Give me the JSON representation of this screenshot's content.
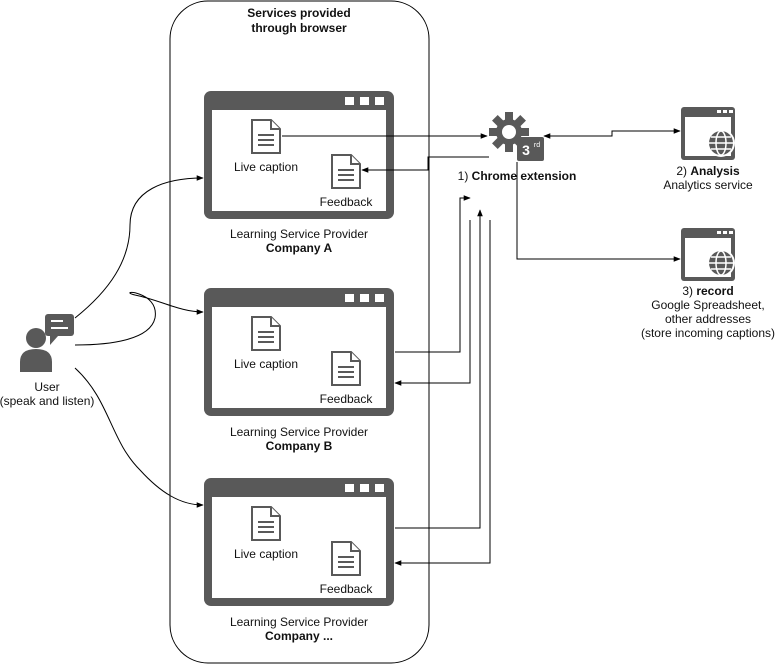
{
  "container": {
    "title_line1": "Services provided",
    "title_line2": "through browser"
  },
  "windows": [
    {
      "live_caption": "Live caption",
      "feedback": "Feedback",
      "provider": "Learning Service Provider",
      "company": "Company A"
    },
    {
      "live_caption": "Live caption",
      "feedback": "Feedback",
      "provider": "Learning Service Provider",
      "company": "Company B"
    },
    {
      "live_caption": "Live caption",
      "feedback": "Feedback",
      "provider": "Learning Service Provider",
      "company": "Company ..."
    }
  ],
  "user": {
    "label": "User",
    "sublabel": "(speak and listen)"
  },
  "extension": {
    "badge": "3",
    "badge_sup": "rd",
    "label_prefix": "1) ",
    "label_bold": "Chrome extension"
  },
  "analysis": {
    "label_prefix": "2) ",
    "label_bold": "Analysis",
    "sublabel": "Analytics service"
  },
  "record": {
    "label_prefix": "3) ",
    "label_bold": "record",
    "line2": "Google Spreadsheet,",
    "line3": "other addresses",
    "line4": "(store incoming captions)"
  },
  "colors": {
    "icon": "#595959",
    "line": "#000000",
    "background": "#ffffff"
  },
  "icons": [
    "document-icon",
    "gear-icon",
    "browser-window-icon",
    "globe-icon",
    "user-icon",
    "chat-bubble-icon"
  ]
}
